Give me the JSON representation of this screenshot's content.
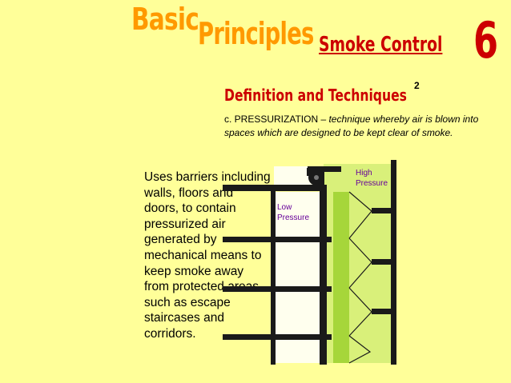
{
  "header": {
    "basic": "Basic",
    "principles": "Principles",
    "smoke_control": "Smoke Control",
    "chapter_number": "6"
  },
  "section": {
    "title": "Definition and Techniques",
    "superscript": "2",
    "item_lead": "c. PRESSURIZATION – ",
    "item_definition_line1": "technique whereby air is blown into",
    "item_definition_line2": "spaces which are designed to be kept clear of smoke."
  },
  "body_lines": [
    "Uses barriers including",
    "walls, floors and",
    "doors, to contain",
    "pressurized air",
    "generated by",
    "mechanical means to",
    "keep smoke away",
    "from protected areas",
    "such as escape",
    "staircases and",
    "corridors."
  ],
  "diagram": {
    "high_label_line1": "High",
    "high_label_line2": "Pressure",
    "low_label_line1": "Low",
    "low_label_line2": "Pressure"
  },
  "colors": {
    "background": "#ffff99",
    "title_orange": "#ff9900",
    "heading_red": "#cc0000",
    "label_purple": "#660099",
    "wall_dark": "#1a1a1a",
    "low_pressure_fill": "#ffffee",
    "high_pressure_fill": "#d9f07a",
    "shaft_green": "#a6d63a"
  }
}
